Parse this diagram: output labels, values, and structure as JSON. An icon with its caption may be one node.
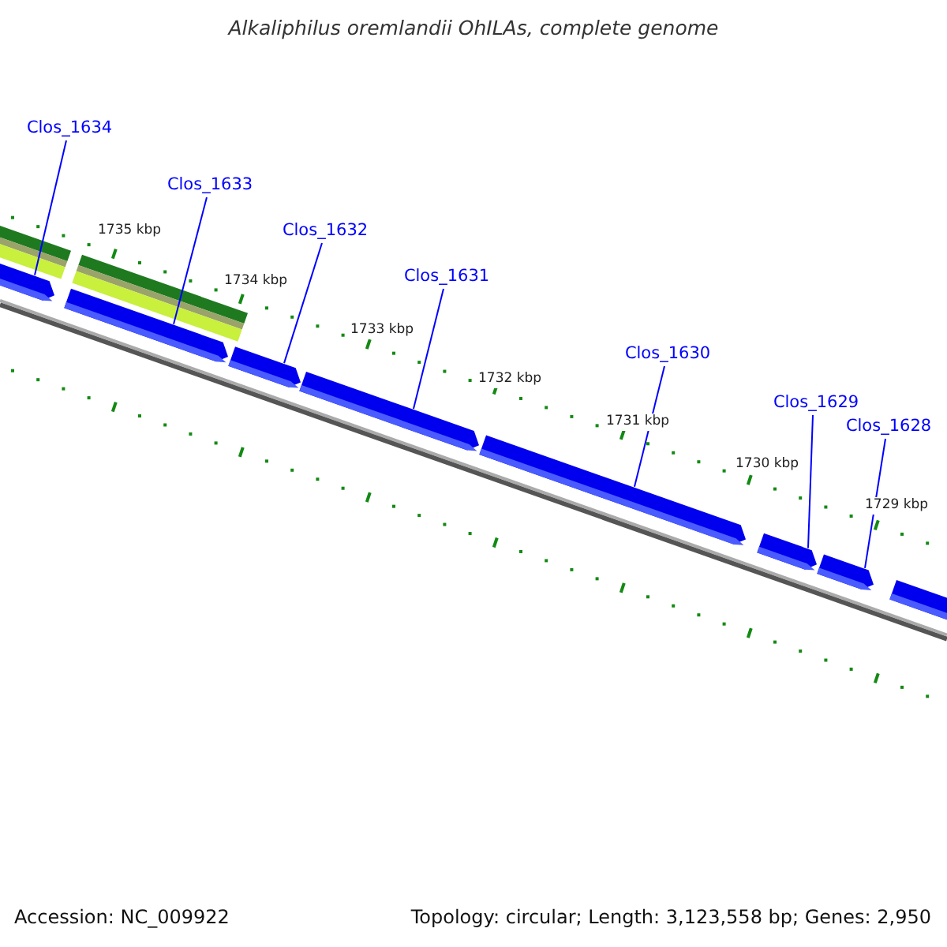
{
  "diagram": {
    "title": "Alkaliphilus oremlandii OhILAs, complete genome",
    "nodes": [
      {
        "text": [
          "Clos_1634"
        ]
      },
      {
        "text": [
          "Clos_1633"
        ]
      },
      {
        "text": [
          "Clos_1632"
        ]
      },
      {
        "text": [
          "Clos_1631"
        ]
      },
      {
        "text": [
          "Clos_1630"
        ]
      },
      {
        "text": [
          "Clos_1629"
        ]
      },
      {
        "text": [
          "Clos_1628"
        ]
      },
      {
        "text": [],
        "shape": "bar"
      },
      {
        "text": [],
        "shape": "bar"
      },
      {
        "text": [],
        "shape": "bar"
      },
      {
        "text": [],
        "shape": "bar"
      },
      {
        "text": [],
        "shape": "bar"
      },
      {
        "text": [],
        "shape": "bar"
      },
      {
        "text": [],
        "shape": "bar"
      },
      {
        "text": [],
        "shape": "bar"
      }
    ],
    "edges": [
      {
        "from": 0,
        "to": 7,
        "arrow": "none"
      },
      {
        "from": 1,
        "to": 8,
        "arrow": "none"
      },
      {
        "from": 2,
        "to": 9,
        "arrow": "none"
      },
      {
        "from": 3,
        "to": 10,
        "arrow": "none"
      },
      {
        "from": 4,
        "to": 11,
        "arrow": "none"
      },
      {
        "from": 5,
        "to": 12,
        "arrow": "none"
      },
      {
        "from": 6,
        "to": 13,
        "arrow": "none"
      }
    ],
    "labels": [
      "1735 kbp",
      "1734 kbp",
      "1733 kbp",
      "1732 kbp",
      "1731 kbp",
      "1730 kbp",
      "1729 kbp",
      "Accession: NC_009922",
      "Topology: circular; Length: 3,123,558 bp; Genes: 2,950"
    ]
  }
}
